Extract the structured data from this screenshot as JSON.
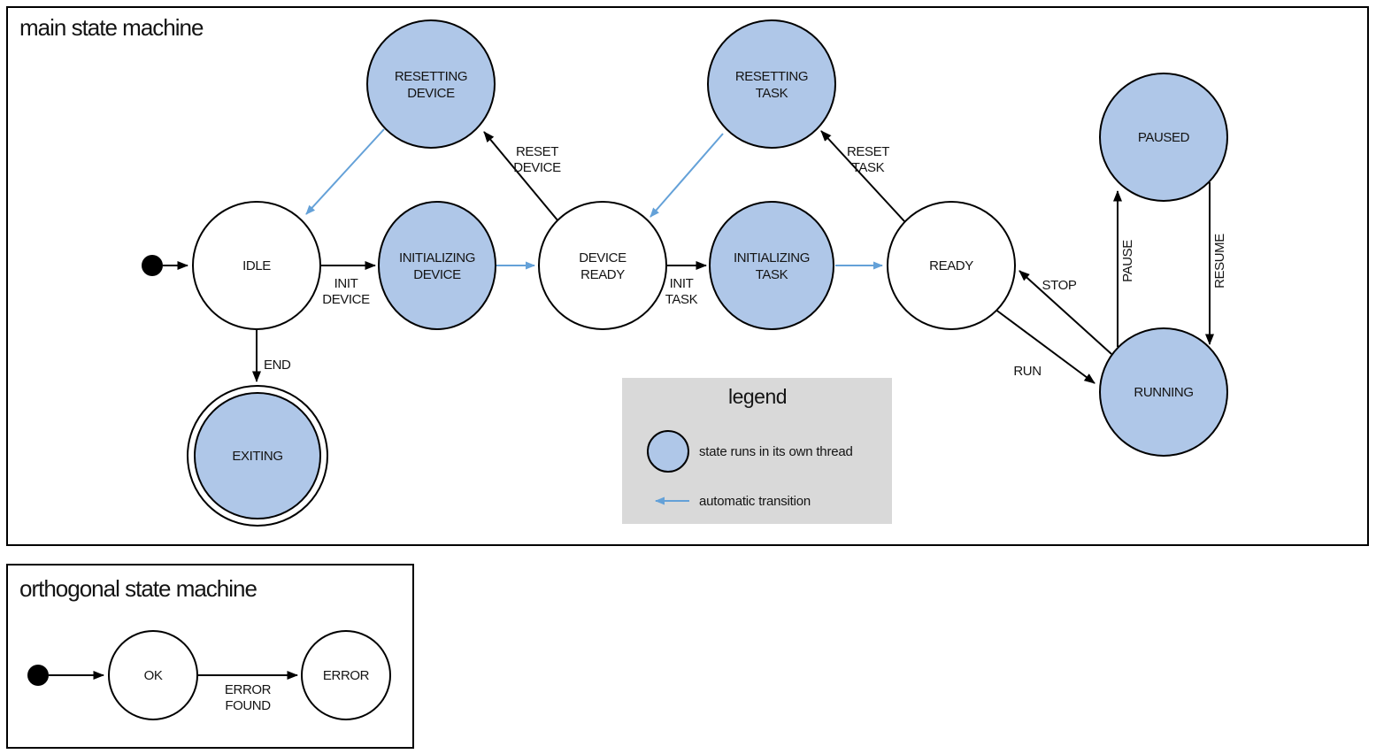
{
  "colors": {
    "thread_fill": "#afc7e8",
    "auto_arrow": "#64a1d8",
    "legend_bg": "#d9d9d9",
    "line": "#000000"
  },
  "main": {
    "title": "main state machine",
    "states": {
      "idle": {
        "label": "IDLE"
      },
      "resetting_device": {
        "line1": "RESETTING",
        "line2": "DEVICE"
      },
      "initializing_device": {
        "line1": "INITIALIZING",
        "line2": "DEVICE"
      },
      "device_ready": {
        "line1": "DEVICE",
        "line2": "READY"
      },
      "resetting_task": {
        "line1": "RESETTING",
        "line2": "TASK"
      },
      "initializing_task": {
        "line1": "INITIALIZING",
        "line2": "TASK"
      },
      "ready": {
        "label": "READY"
      },
      "paused": {
        "label": "PAUSED"
      },
      "running": {
        "label": "RUNNING"
      },
      "exiting": {
        "label": "EXITING"
      }
    },
    "transitions": {
      "init_device": {
        "line1": "INIT",
        "line2": "DEVICE"
      },
      "reset_device": {
        "line1": "RESET",
        "line2": "DEVICE"
      },
      "init_task": {
        "line1": "INIT",
        "line2": "TASK"
      },
      "reset_task": {
        "line1": "RESET",
        "line2": "TASK"
      },
      "end": {
        "label": "END"
      },
      "run": {
        "label": "RUN"
      },
      "stop": {
        "label": "STOP"
      },
      "pause": {
        "label": "PAUSE"
      },
      "resume": {
        "label": "RESUME"
      }
    },
    "legend": {
      "title": "legend",
      "thread_item": "state runs in its own thread",
      "auto_item": "automatic transition"
    }
  },
  "ortho": {
    "title": "orthogonal state machine",
    "states": {
      "ok": {
        "label": "OK"
      },
      "error": {
        "label": "ERROR"
      }
    },
    "transitions": {
      "error_found": {
        "line1": "ERROR",
        "line2": "FOUND"
      }
    }
  }
}
